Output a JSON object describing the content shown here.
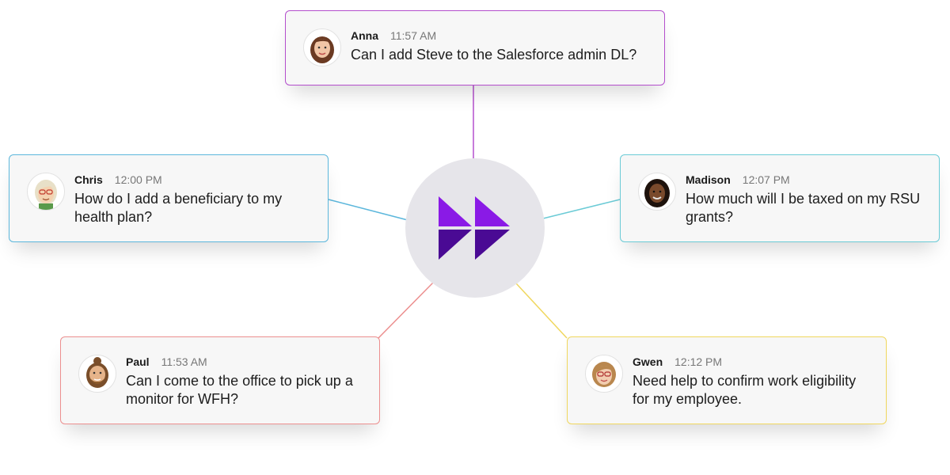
{
  "colors": {
    "hub_bg": "#e6e5ea",
    "logo_light": "#8a1ae6",
    "logo_dark": "#4a0a94",
    "anna": "#b44fcd",
    "chris": "#5cb7dc",
    "madison": "#6bcbd6",
    "paul": "#ec8f8f",
    "gwen": "#f0d75e"
  },
  "hub": {
    "icon": "fast-forward-logo-icon"
  },
  "messages": {
    "anna": {
      "name": "Anna",
      "time": "11:57 AM",
      "text": "Can I add Steve to the Salesforce admin DL?",
      "avatar": "avatar-anna-icon"
    },
    "chris": {
      "name": "Chris",
      "time": "12:00 PM",
      "text": "How do I add a beneficiary to my health plan?",
      "avatar": "avatar-chris-icon"
    },
    "madison": {
      "name": "Madison",
      "time": "12:07 PM",
      "text": "How much will I be taxed on my RSU grants?",
      "avatar": "avatar-madison-icon"
    },
    "paul": {
      "name": "Paul",
      "time": "11:53 AM",
      "text": "Can I come to the office to pick up a monitor for WFH?",
      "avatar": "avatar-paul-icon"
    },
    "gwen": {
      "name": "Gwen",
      "time": "12:12 PM",
      "text": "Need help to confirm work eligibility for my employee.",
      "avatar": "avatar-gwen-icon"
    }
  }
}
